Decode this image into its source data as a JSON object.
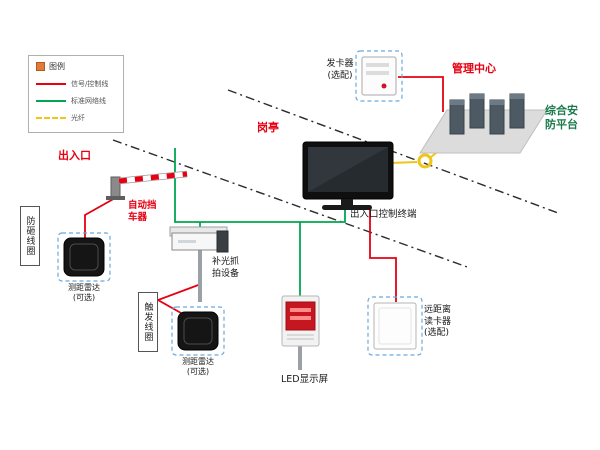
{
  "colors": {
    "signal_line": "#e60012",
    "network_line": "#00a651",
    "fiber_line": "#f0c419",
    "zone_label": "#e60012",
    "platform_label": "#1a7a4a",
    "optional_box_border": "#6aa9dc"
  },
  "legend": {
    "title": "图例",
    "items": [
      {
        "label": "信号/控制线",
        "color": "#e60012",
        "style": "solid"
      },
      {
        "label": "标准网络线",
        "color": "#00a651",
        "style": "solid"
      },
      {
        "label": "光纤",
        "color": "#f0c419",
        "style": "dashed"
      }
    ]
  },
  "zones": {
    "entrance": "出入口",
    "booth": "岗亭",
    "management": "管理中心"
  },
  "devices": {
    "barrier": {
      "label": "自动挡\n车器"
    },
    "anti_smash_coil": {
      "label": "防砸线圈"
    },
    "trigger_coil": {
      "label": "触发线圈"
    },
    "radar_a": {
      "label": "测距雷达\n(可选)"
    },
    "radar_b": {
      "label": "测距雷达\n(可选)"
    },
    "camera": {
      "label": "补光抓\n拍设备"
    },
    "terminal": {
      "label": "出入口控制终端"
    },
    "led_screen": {
      "label": "LED显示屏"
    },
    "card_reader": {
      "label": "远距离\n读卡器\n(选配)"
    },
    "card_dispenser": {
      "label": "发卡器\n(选配)"
    },
    "security_platform": {
      "label": "综合安\n防平台"
    }
  }
}
